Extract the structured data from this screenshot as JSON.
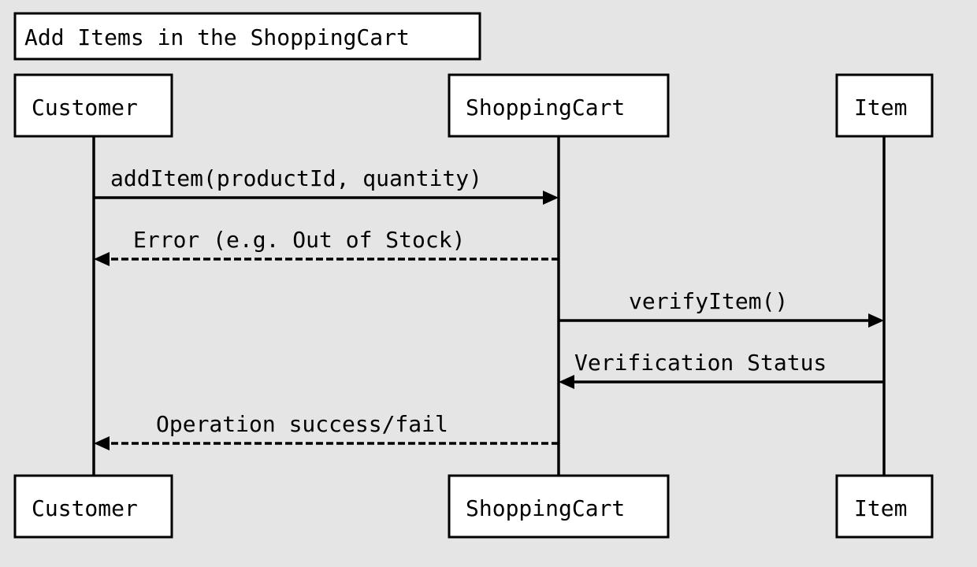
{
  "title": "Add Items in the ShoppingCart",
  "participants": [
    {
      "name": "Customer"
    },
    {
      "name": "ShoppingCart"
    },
    {
      "name": "Item"
    }
  ],
  "messages": [
    {
      "label": "addItem(productId, quantity)",
      "from": 0,
      "to": 1,
      "style": "solid"
    },
    {
      "label": "Error (e.g. Out of Stock)",
      "from": 1,
      "to": 0,
      "style": "dashed"
    },
    {
      "label": "verifyItem()",
      "from": 1,
      "to": 2,
      "style": "solid"
    },
    {
      "label": "Verification Status",
      "from": 2,
      "to": 1,
      "style": "solid"
    },
    {
      "label": "Operation success/fail",
      "from": 1,
      "to": 0,
      "style": "dashed"
    }
  ]
}
